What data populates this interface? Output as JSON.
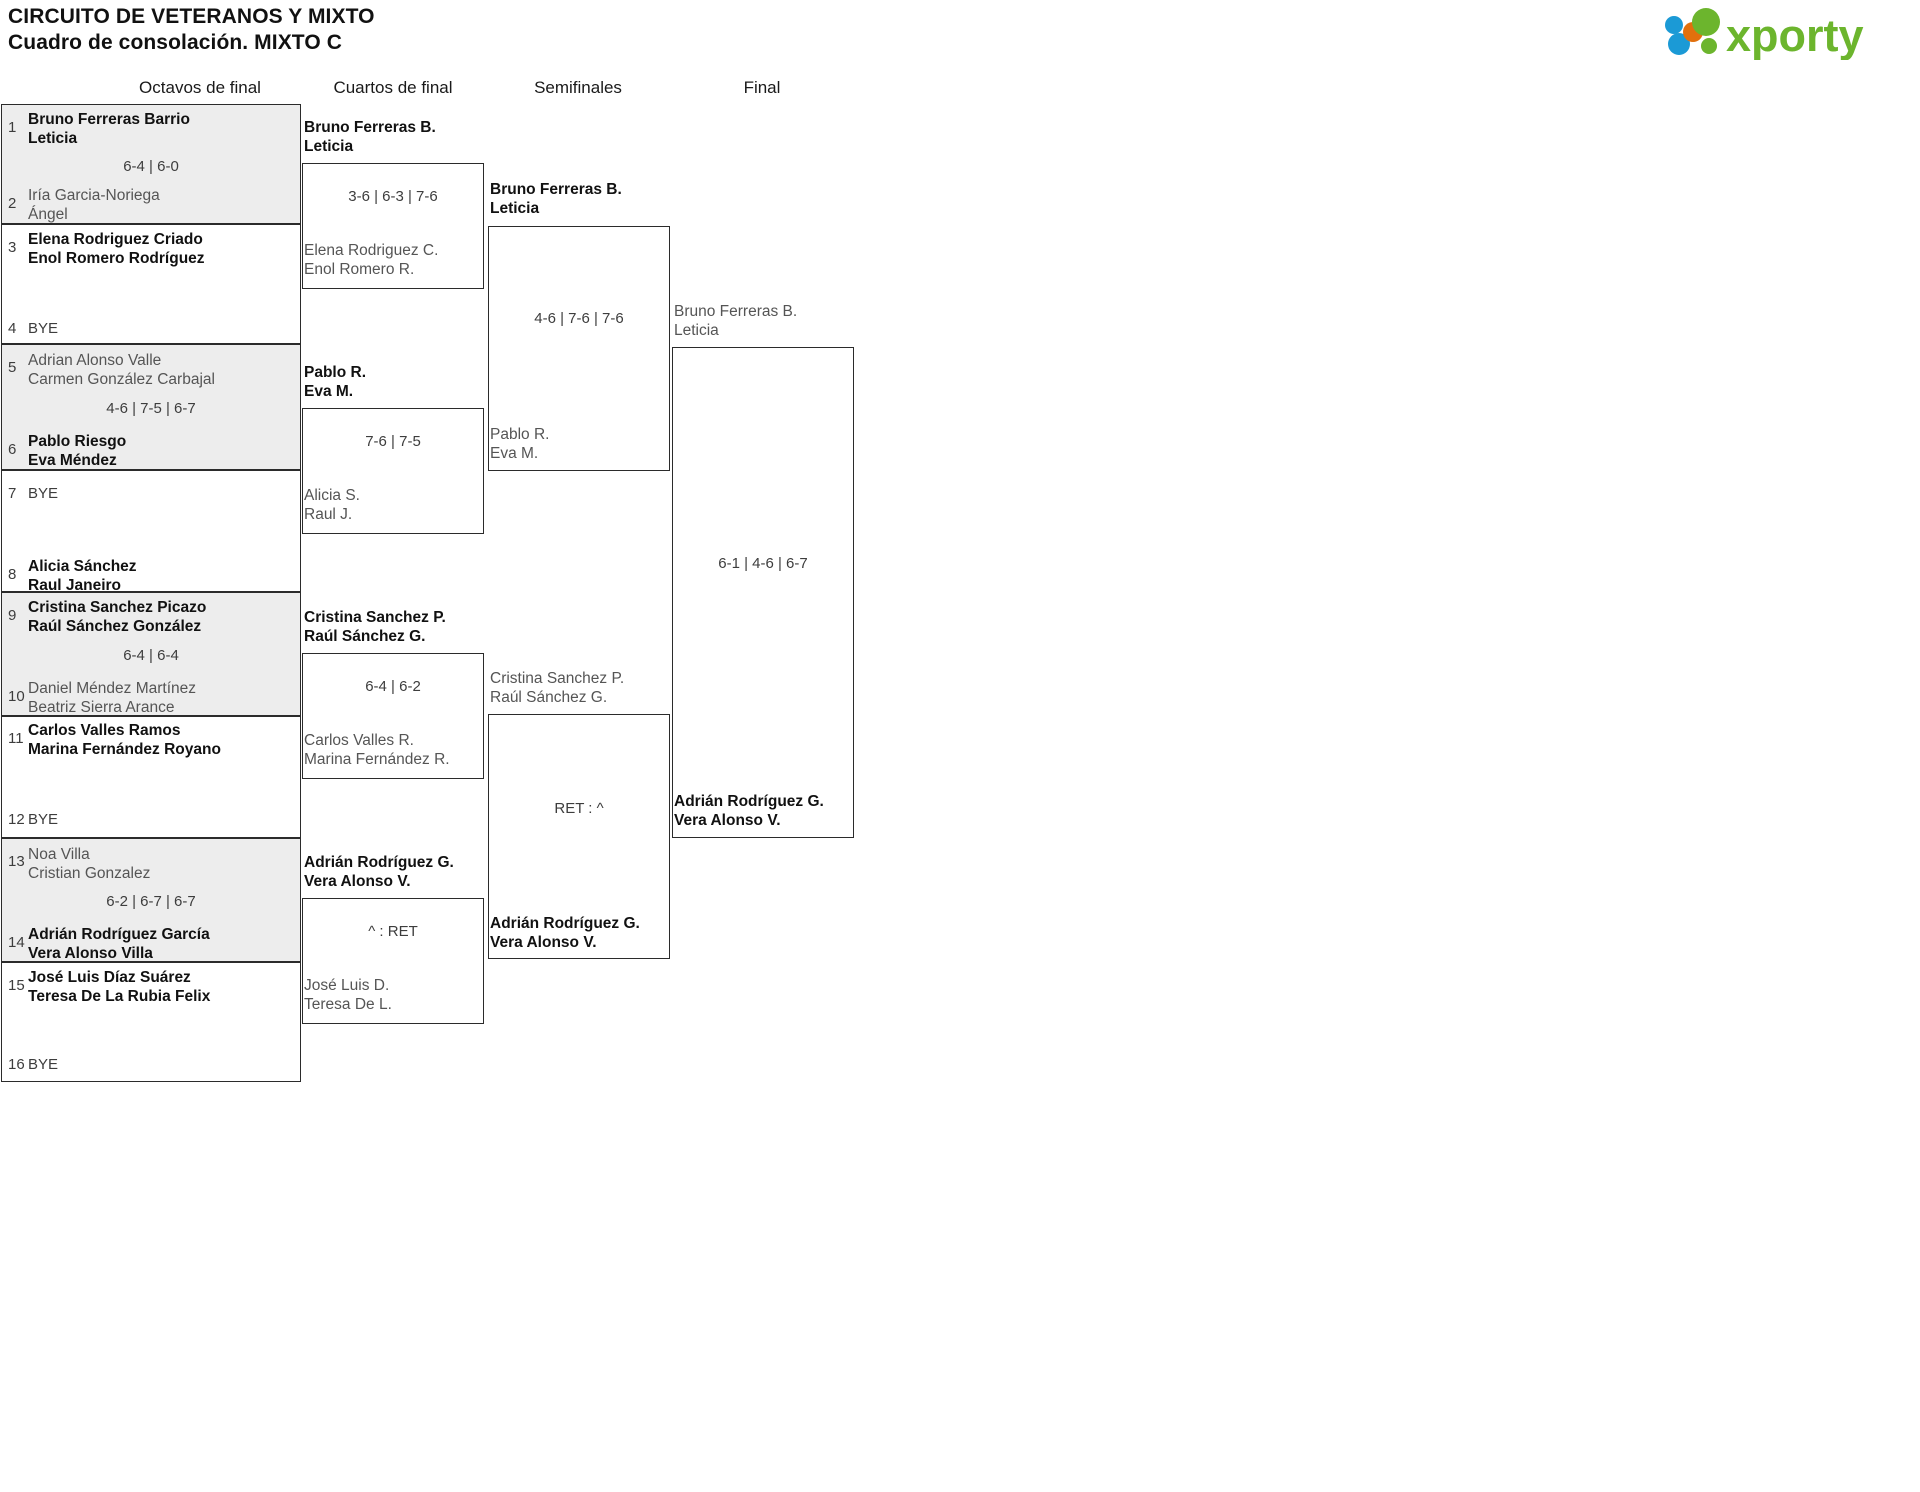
{
  "header": {
    "title_line1": "CIRCUITO DE VETERANOS Y MIXTO",
    "title_line2": "Cuadro de consolación. MIXTO C",
    "logo_text": "xporty",
    "logo_colors": {
      "blue": "#1b9ad6",
      "orange": "#e2700d",
      "green": "#6cb52d"
    }
  },
  "rounds": [
    {
      "label": "Octavos de final"
    },
    {
      "label": "Cuartos de final"
    },
    {
      "label": "Semifinales"
    },
    {
      "label": "Final"
    }
  ],
  "round1": {
    "matches": [
      {
        "p1": {
          "seed": "1",
          "line1": "Bruno Ferreras Barrio",
          "line2": "Leticia",
          "winner": true
        },
        "p2": {
          "seed": "2",
          "line1": "Iría Garcia-Noriega",
          "line2": "Ángel",
          "winner": false
        },
        "score": "6-4 | 6-0",
        "shaded": true
      },
      {
        "p1": {
          "seed": "3",
          "line1": "Elena Rodriguez Criado",
          "line2": "Enol Romero Rodríguez",
          "winner": true
        },
        "p2": {
          "seed": "4",
          "bye": "BYE"
        },
        "score": "",
        "shaded": false
      },
      {
        "p1": {
          "seed": "5",
          "line1": "Adrian Alonso Valle",
          "line2": "Carmen González Carbajal",
          "winner": false
        },
        "p2": {
          "seed": "6",
          "line1": "Pablo Riesgo",
          "line2": "Eva Méndez",
          "winner": true
        },
        "score": "4-6 | 7-5 | 6-7",
        "shaded": true
      },
      {
        "p1": {
          "seed": "7",
          "bye": "BYE"
        },
        "p2": {
          "seed": "8",
          "line1": "Alicia Sánchez",
          "line2": "Raul Janeiro",
          "winner": true
        },
        "score": "",
        "shaded": false
      },
      {
        "p1": {
          "seed": "9",
          "line1": "Cristina Sanchez Picazo",
          "line2": "Raúl Sánchez González",
          "winner": true
        },
        "p2": {
          "seed": "10",
          "line1": "Daniel Méndez Martínez",
          "line2": "Beatriz Sierra Arance",
          "winner": false
        },
        "score": "6-4 | 6-4",
        "shaded": true
      },
      {
        "p1": {
          "seed": "11",
          "line1": "Carlos Valles Ramos",
          "line2": "Marina Fernández Royano",
          "winner": true
        },
        "p2": {
          "seed": "12",
          "bye": "BYE"
        },
        "score": "",
        "shaded": false
      },
      {
        "p1": {
          "seed": "13",
          "line1": "Noa Villa",
          "line2": "Cristian Gonzalez",
          "winner": false
        },
        "p2": {
          "seed": "14",
          "line1": "Adrián Rodríguez García",
          "line2": "Vera Alonso Villa",
          "winner": true
        },
        "score": "6-2 | 6-7 | 6-7",
        "shaded": true
      },
      {
        "p1": {
          "seed": "15",
          "line1": "José Luis Díaz Suárez",
          "line2": "Teresa De La Rubia Felix",
          "winner": true
        },
        "p2": {
          "seed": "16",
          "bye": "BYE"
        },
        "score": "",
        "shaded": false
      }
    ]
  },
  "round2": {
    "matches": [
      {
        "top": {
          "line1": "Bruno Ferreras B.",
          "line2": "Leticia",
          "winner": true
        },
        "bottom": {
          "line1": "Elena Rodriguez C.",
          "line2": "Enol Romero R.",
          "winner": false
        },
        "score": "3-6 | 6-3 | 7-6"
      },
      {
        "top": {
          "line1": "Pablo R.",
          "line2": "Eva M.",
          "winner": true
        },
        "bottom": {
          "line1": "Alicia S.",
          "line2": "Raul J.",
          "winner": false
        },
        "score": "7-6 | 7-5"
      },
      {
        "top": {
          "line1": "Cristina Sanchez P.",
          "line2": "Raúl Sánchez G.",
          "winner": true
        },
        "bottom": {
          "line1": "Carlos Valles R.",
          "line2": "Marina Fernández R.",
          "winner": false
        },
        "score": "6-4 | 6-2"
      },
      {
        "top": {
          "line1": "Adrián Rodríguez G.",
          "line2": "Vera Alonso V.",
          "winner": true
        },
        "bottom": {
          "line1": "José Luis D.",
          "line2": "Teresa De L.",
          "winner": false
        },
        "score": "^ : RET"
      }
    ]
  },
  "round3": {
    "matches": [
      {
        "top": {
          "line1": "Bruno Ferreras B.",
          "line2": "Leticia",
          "winner": true
        },
        "bottom": {
          "line1": "Pablo R.",
          "line2": "Eva M.",
          "winner": false
        },
        "score": "4-6 | 7-6 | 7-6"
      },
      {
        "top": {
          "line1": "Cristina Sanchez P.",
          "line2": "Raúl Sánchez G.",
          "winner": false
        },
        "bottom": {
          "line1": "Adrián Rodríguez G.",
          "line2": "Vera Alonso V.",
          "winner": true
        },
        "score": "RET : ^"
      }
    ]
  },
  "round4": {
    "matches": [
      {
        "top": {
          "line1": "Bruno Ferreras B.",
          "line2": "Leticia",
          "winner": false
        },
        "bottom": {
          "line1": "Adrián Rodríguez G.",
          "line2": "Vera Alonso V.",
          "winner": true
        },
        "score": "6-1 | 4-6 | 6-7"
      }
    ]
  }
}
